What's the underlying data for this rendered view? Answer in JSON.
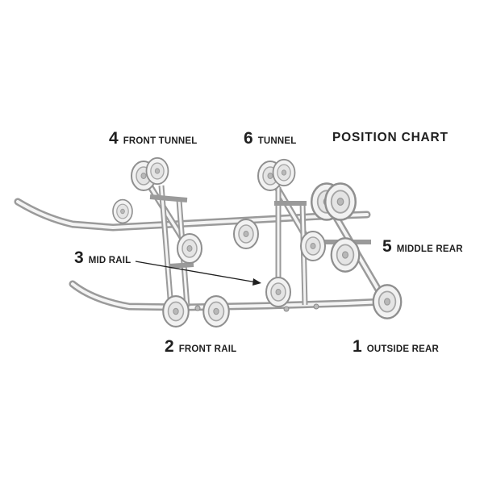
{
  "title": "POSITION CHART",
  "labels": [
    {
      "id": "front-tunnel",
      "num": "4",
      "text": "FRONT TUNNEL"
    },
    {
      "id": "tunnel",
      "num": "6",
      "text": "TUNNEL"
    },
    {
      "id": "mid-rail",
      "num": "3",
      "text": "MID RAIL"
    },
    {
      "id": "middle-rear",
      "num": "5",
      "text": "MIDDLE REAR"
    },
    {
      "id": "front-rail",
      "num": "2",
      "text": "FRONT RAIL"
    },
    {
      "id": "outside-rear",
      "num": "1",
      "text": "OUTSIDE REAR"
    }
  ],
  "colors": {
    "line": "#9a9a9a",
    "fill": "#e8e8e8",
    "text": "#1f1f1f"
  }
}
